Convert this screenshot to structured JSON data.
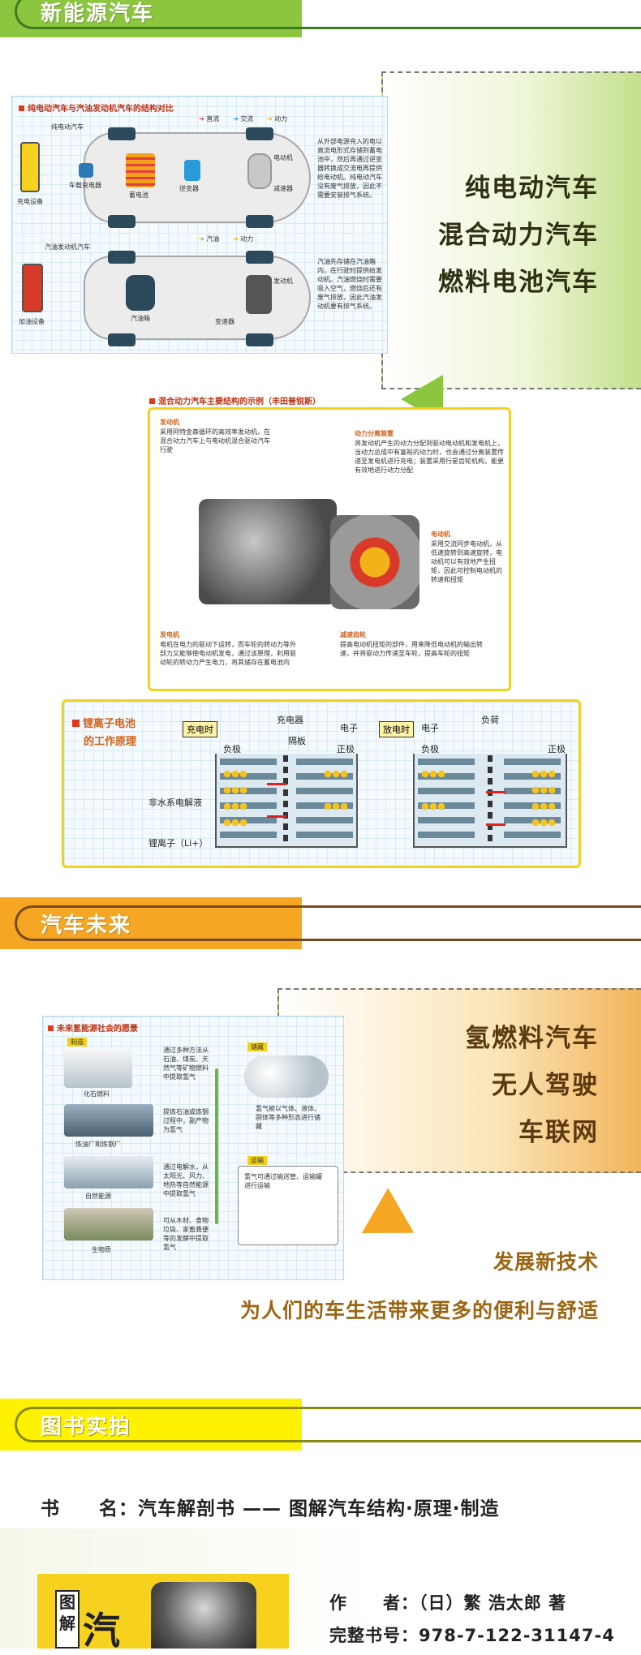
{
  "sections": {
    "new_energy": "新能源汽车",
    "future": "汽车未来",
    "photos": "图书实拍"
  },
  "callout_1": {
    "lines": [
      "纯电动汽车",
      "混合动力汽车",
      "燃料电池汽车"
    ]
  },
  "callout_2": {
    "lines": [
      "氢燃料汽车",
      "无人驾驶",
      "车联网"
    ]
  },
  "ev_panel": {
    "title": "纯电动汽车与汽油发动机汽车的结构对比",
    "legend": [
      "直流",
      "交流",
      "动力"
    ],
    "legend_2": [
      "汽油",
      "动力"
    ],
    "ev_car": "纯电动汽车",
    "charger": "充电设备",
    "onboard_charger": "车载充电器",
    "battery": "蓄电池",
    "inverter": "逆变器",
    "motor": "电动机",
    "reducer": "减速器",
    "ev_desc": "从外部电源充入的电以直流电形式存储到蓄电池中，然后再通过逆变器转换成交流电再提供给电动机。纯电动汽车没有废气排放，因此不需要安装排气系统。",
    "gas_car": "汽油发动机汽车",
    "gas_station": "加油设备",
    "tank": "汽油箱",
    "engine": "发动机",
    "transmission": "变速器",
    "gas_desc": "汽油先存储在汽油箱内，在行驶时提供给发动机。汽油燃烧时需要吸入空气，燃烧后还有废气排放，因此汽油发动机要有排气系统。"
  },
  "hybrid_panel": {
    "title": "混合动力汽车主要结构的示例（丰田普锐斯）",
    "engine_label": "发动机",
    "engine_desc": "采用阿特金森循环的高效率发动机，在混合动力汽车上与电动机混合驱动汽车行驶",
    "split_label": "动力分离装置",
    "split_desc": "将发动机产生的动力分配到驱动电动机和发电机上，当动力总成中有富裕的动力时，也会通过分离装置传递至发电机进行充电；装置采用行星齿轮机构，能更有效地进行动力分配",
    "motor_label": "电动机",
    "motor_desc": "采用交流同步电动机，从低速旋转到高速旋转，电动机可以有效地产生扭矩，因此可控制电动机的转速和扭矩",
    "generator_label": "发电机",
    "generator_desc": "电机在电力的驱动下运转，而车轮的转动力等外部力又能够使电动机发电，通过该原理，利用驱动轮的转动力产生电力，将其储存在蓄电池内",
    "gear_label": "减速齿轮",
    "gear_desc": "提高电动机扭矩的部件，用来降低电动机的输出转速，并将驱动力传递至车轮，提高车轮的扭矩"
  },
  "battery_panel": {
    "title_line1": "锂离子电池",
    "title_line2": "的工作原理",
    "charge_tag": "充电时",
    "discharge_tag": "放电时",
    "charger": "充电器",
    "electron": "电子",
    "load": "负荷",
    "separator": "隔板",
    "negative": "负极",
    "positive": "正极",
    "electrolyte": "非水系电解液",
    "lithium_ion": "锂离子（Li+）"
  },
  "future_panel": {
    "title": "未来氢能源社会的愿景",
    "tag_produce": "制造",
    "tag_store": "储藏",
    "tag_transport": "运输",
    "fossil": "化石燃料",
    "fossil_desc": "通过多种方法从石油、煤炭、天然气等矿物燃料中提取氢气",
    "factory": "炼油厂和炼钢厂",
    "factory_desc": "提炼石油或炼钢过程中，副产物为氢气",
    "renewable": "自然能源",
    "renewable_desc": "通过电解水，从太阳光、风力、地热等自然能源中提取氢气",
    "biomass": "生物质",
    "biomass_desc": "可从木材、食物垃圾、家畜粪便等的发酵中提取氢气",
    "store_desc": "氢气被以气体、液体、固体等多种形态进行储藏",
    "transport_desc": "氢气可通过输送管、运输罐进行运输"
  },
  "future_bottom": {
    "line1": "发展新技术",
    "line2": "为人们的车生活带来更多的便利与舒适"
  },
  "book_info": {
    "title": "书　　名：汽车解剖书 —— 图解汽车结构·原理·制造",
    "author": "作　　者：（日）繁 浩太郎 著",
    "isbn": "完整书号：978-7-122-31147-4",
    "cover_text_1": "图",
    "cover_text_2": "解",
    "cover_text_3": "汽"
  },
  "colors": {
    "green": "#8cc63f",
    "orange": "#f5a623",
    "yellow": "#fff200"
  }
}
